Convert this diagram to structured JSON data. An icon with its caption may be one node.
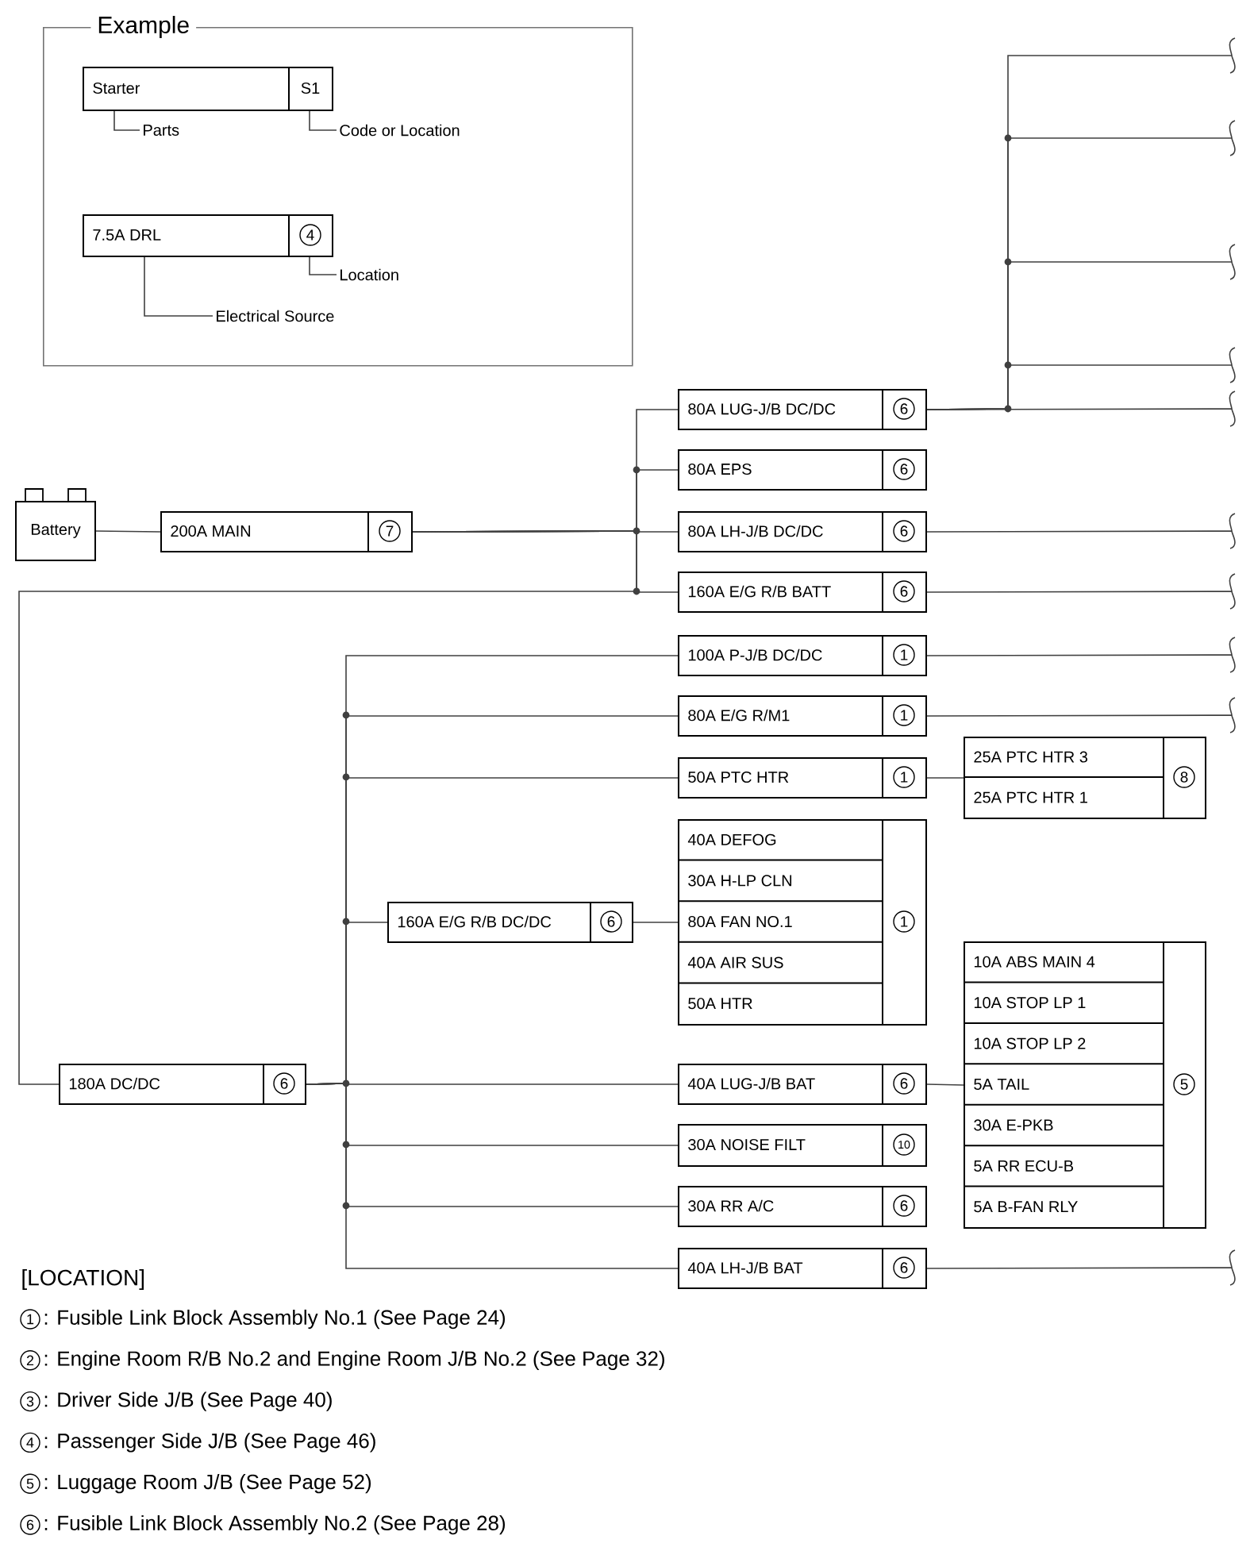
{
  "diagram": {
    "nodes": [
      {
        "text": [
          "Example"
        ]
      },
      {
        "text": [
          "Starter",
          "S1"
        ],
        "in": 0
      },
      {
        "text": [
          "Parts"
        ],
        "in": 0
      },
      {
        "text": [
          "Code or Location"
        ],
        "in": 0
      },
      {
        "text": [
          "7.5A DRL",
          "4"
        ],
        "in": 0
      },
      {
        "text": [
          "Location"
        ],
        "in": 0
      },
      {
        "text": [
          "Electrical Source"
        ],
        "in": 0
      },
      {
        "text": [
          "80A LUG-J/B DC/DC",
          "6"
        ]
      },
      {
        "text": [
          "80A EPS",
          "6"
        ]
      },
      {
        "text": [
          "Battery"
        ]
      },
      {
        "text": [
          "200A MAIN",
          "7"
        ]
      },
      {
        "text": [
          "80A LH-J/B DC/DC",
          "6"
        ]
      },
      {
        "text": [
          "160A E/G R/B BATT",
          "6"
        ]
      },
      {
        "text": [
          "100A P-J/B DC/DC",
          "1"
        ]
      },
      {
        "text": [
          "80A E/G R/M1",
          "1"
        ]
      },
      {
        "text": [
          "50A PTC HTR",
          "1"
        ]
      },
      {
        "text": [
          "25A PTC HTR 3",
          "25A PTC HTR 1",
          "8"
        ]
      },
      {
        "text": [
          "40A DEFOG",
          "30A H-LP CLN",
          "80A FAN NO.1",
          "40A AIR SUS",
          "50A HTR",
          "1"
        ]
      },
      {
        "text": [
          "160A E/G R/B DC/DC",
          "6"
        ]
      },
      {
        "text": [
          "10A ABS MAIN 4",
          "10A STOP LP 1",
          "10A STOP LP 2",
          "5A TAIL",
          "30A E-PKB",
          "5A RR ECU-B",
          "5A B-FAN RLY",
          "5"
        ]
      },
      {
        "text": [
          "180A DC/DC",
          "6"
        ]
      },
      {
        "text": [
          "40A LUG-J/B BAT",
          "6"
        ]
      },
      {
        "text": [
          "30A NOISE FILT",
          "10"
        ]
      },
      {
        "text": [
          "30A RR A/C",
          "6"
        ]
      },
      {
        "text": [
          "40A LH-J/B BAT",
          "6"
        ]
      }
    ],
    "edges": [
      {
        "from": 2,
        "to": 1,
        "arrow": "none"
      },
      {
        "from": 3,
        "to": 1,
        "arrow": "none"
      },
      {
        "from": 6,
        "to": 4,
        "arrow": "none"
      },
      {
        "from": 5,
        "to": 4,
        "arrow": "none"
      },
      {
        "from": 9,
        "to": 10,
        "arrow": "none"
      },
      {
        "from": 10,
        "to": 7,
        "arrow": "none"
      },
      {
        "from": 10,
        "to": 8,
        "arrow": "none"
      },
      {
        "from": 10,
        "to": 11,
        "arrow": "none"
      },
      {
        "from": 10,
        "to": 12,
        "arrow": "none"
      },
      {
        "from": 10,
        "to": 20,
        "arrow": "none"
      },
      {
        "from": 20,
        "to": 13,
        "arrow": "none"
      },
      {
        "from": 20,
        "to": 14,
        "arrow": "none"
      },
      {
        "from": 20,
        "to": 15,
        "arrow": "none"
      },
      {
        "from": 20,
        "to": 18,
        "arrow": "none"
      },
      {
        "from": 20,
        "to": 21,
        "arrow": "none"
      },
      {
        "from": 20,
        "to": 22,
        "arrow": "none"
      },
      {
        "from": 20,
        "to": 23,
        "arrow": "none"
      },
      {
        "from": 20,
        "to": 24,
        "arrow": "none"
      },
      {
        "from": 15,
        "to": 16,
        "arrow": "none"
      },
      {
        "from": 18,
        "to": 17,
        "arrow": "none"
      },
      {
        "from": 21,
        "to": 19,
        "arrow": "none"
      },
      {
        "from": 7,
        "to": null,
        "arrow": "none"
      },
      {
        "from": 7,
        "to": null,
        "arrow": "none"
      },
      {
        "from": 7,
        "to": null,
        "arrow": "none"
      },
      {
        "from": 7,
        "to": null,
        "arrow": "none"
      },
      {
        "from": 7,
        "to": null,
        "arrow": "none"
      },
      {
        "from": 11,
        "to": null,
        "arrow": "none"
      },
      {
        "from": 12,
        "to": null,
        "arrow": "none"
      },
      {
        "from": 13,
        "to": null,
        "arrow": "none"
      },
      {
        "from": 14,
        "to": null,
        "arrow": "none"
      },
      {
        "from": 24,
        "to": null,
        "arrow": "none"
      }
    ],
    "labels": [
      "[LOCATION]",
      "1",
      ": Fusible Link Block Assembly No.1 (See Page 24)",
      "2",
      ": Engine Room R/B No.2 and Engine Room J/B No.2 (See Page 32)",
      "3",
      ": Driver Side J/B (See Page 40)",
      "4",
      ": Passenger Side J/B (See Page 46)",
      "5",
      ": Luggage Room J/B (See Page 52)",
      "6",
      ": Fusible Link Block Assembly No.2 (See Page 28)"
    ]
  }
}
